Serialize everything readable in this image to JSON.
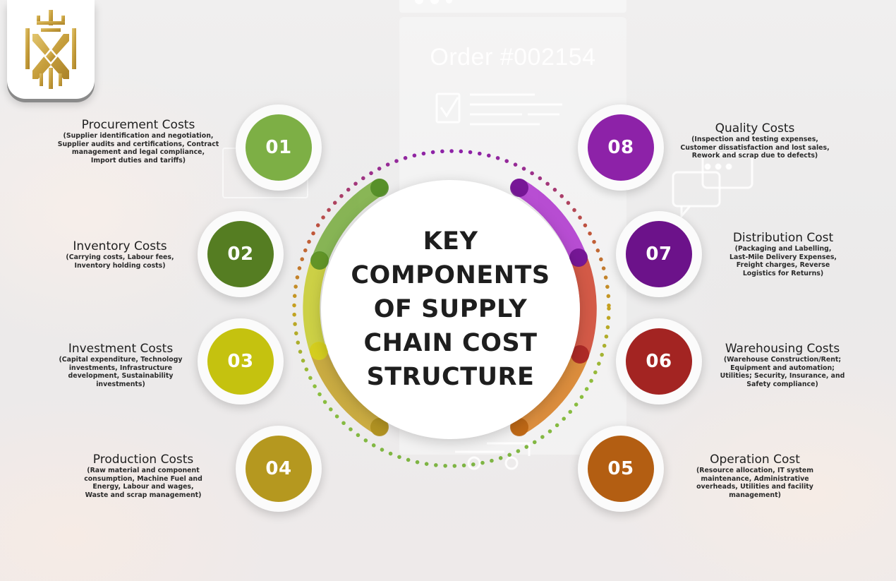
{
  "background": {
    "order_label": "Order #002154"
  },
  "logo": {
    "icon": "crown-shield-logo-icon",
    "color": "#c9a545"
  },
  "center": {
    "title_lines": [
      "KEY",
      "COMPONENTS",
      "OF SUPPLY",
      "CHAIN COST",
      "STRUCTURE"
    ]
  },
  "components": [
    {
      "number": "01",
      "title": "Procurement Costs",
      "desc_lines": [
        "(Supplier identification and negotiation,",
        "Supplier audits and certifications, Contract",
        "management and legal compliance,",
        "Import duties and tariffs)"
      ],
      "color": "#7daf45"
    },
    {
      "number": "02",
      "title": "Inventory Costs",
      "desc_lines": [
        "(Carrying costs, Labour fees,",
        "Inventory holding costs)"
      ],
      "color": "#557d22"
    },
    {
      "number": "03",
      "title": "Investment Costs",
      "desc_lines": [
        "(Capital expenditure, Technology",
        "investments, Infrastructure",
        "development, Sustainability",
        "investments)"
      ],
      "color": "#c5c20f"
    },
    {
      "number": "04",
      "title": "Production Costs",
      "desc_lines": [
        "(Raw material and component",
        "consumption, Machine Fuel and",
        "Energy, Labour and wages,",
        "Waste and scrap management)"
      ],
      "color": "#b5981f"
    },
    {
      "number": "05",
      "title": "Operation Cost",
      "desc_lines": [
        "(Resource allocation, IT system",
        "maintenance, Administrative",
        "overheads, Utilities and facility",
        "management)"
      ],
      "color": "#b35e12"
    },
    {
      "number": "06",
      "title": "Warehousing Costs",
      "desc_lines": [
        "(Warehouse Construction/Rent;",
        "Equipment and automation;",
        "Utilities; Security, Insurance, and",
        "Safety compliance)"
      ],
      "color": "#a32422"
    },
    {
      "number": "07",
      "title": "Distribution Cost",
      "desc_lines": [
        "(Packaging and Labelling,",
        "Last-Mile Delivery Expenses,",
        "Freight charges, Reverse",
        "Logistics for Returns)"
      ],
      "color": "#6c128a"
    },
    {
      "number": "08",
      "title": "Quality Costs",
      "desc_lines": [
        "(Inspection and testing expenses,",
        "Customer dissatisfaction and lost sales,",
        "Rework and scrap due to defects)"
      ],
      "color": "#8d22a8"
    }
  ]
}
